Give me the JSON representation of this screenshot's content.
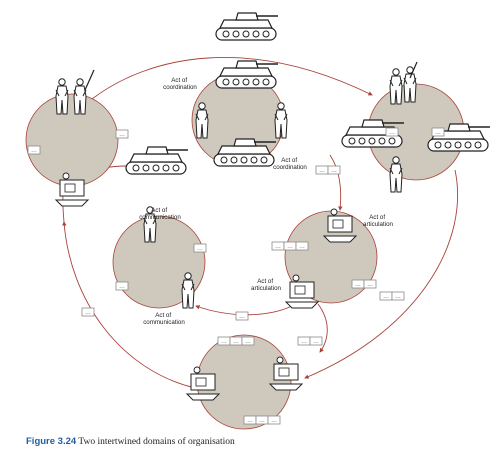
{
  "labels": {
    "coordination_top": [
      "Act of",
      "coordination"
    ],
    "coordination_mid": [
      "Act of",
      "coordination"
    ],
    "communication_top": [
      "Act of",
      "communication"
    ],
    "communication_bottom": [
      "Act of",
      "communication"
    ],
    "articulation_right": [
      "Act of",
      "articulation"
    ],
    "articulation_mid": [
      "Act of",
      "articulation"
    ]
  },
  "caption": {
    "figure": "Figure 3.24",
    "text": "Two intertwined domains of organisation"
  },
  "colors": {
    "circle_fill": "#cfc9bd",
    "circle_stroke": "#a8433a",
    "arrow": "#a8433a",
    "caption_accent": "#1f5fa8"
  },
  "icons": [
    "tank-icon",
    "soldier-icon",
    "operator-workstation-icon",
    "document-icon"
  ]
}
